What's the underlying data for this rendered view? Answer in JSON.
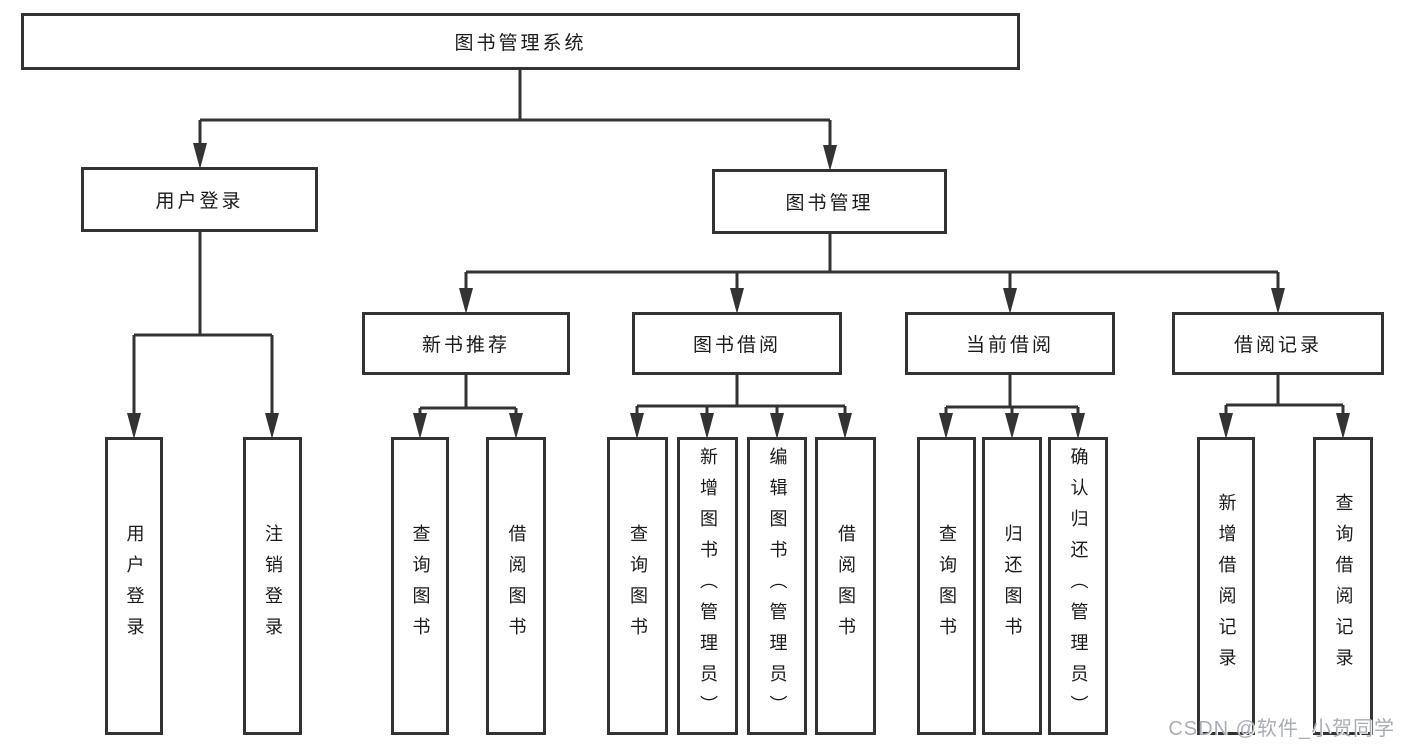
{
  "tree": {
    "root": {
      "label": "图书管理系统"
    },
    "branches": [
      {
        "label": "用户登录",
        "children": [
          {
            "label": "用户登录"
          },
          {
            "label": "注销登录"
          }
        ]
      },
      {
        "label": "图书管理",
        "children": [
          {
            "label": "新书推荐",
            "children": [
              {
                "label": "查询图书"
              },
              {
                "label": "借阅图书"
              }
            ]
          },
          {
            "label": "图书借阅",
            "children": [
              {
                "label": "查询图书"
              },
              {
                "label": "新增图书（管理员）"
              },
              {
                "label": "编辑图书（管理员）"
              },
              {
                "label": "借阅图书"
              }
            ]
          },
          {
            "label": "当前借阅",
            "children": [
              {
                "label": "查询图书"
              },
              {
                "label": "归还图书"
              },
              {
                "label": "确认归还（管理员）"
              }
            ]
          },
          {
            "label": "借阅记录",
            "children": [
              {
                "label": "新增借阅记录"
              },
              {
                "label": "查询借阅记录"
              }
            ]
          }
        ]
      }
    ]
  },
  "watermark": {
    "text": "CSDN @软件_小贺同学"
  },
  "colors": {
    "line": "#333333",
    "box_border": "#333333",
    "box_background": "#ffffff",
    "text": "#1a1a1a",
    "watermark": "#aaadb5",
    "background": "#ffffff"
  }
}
